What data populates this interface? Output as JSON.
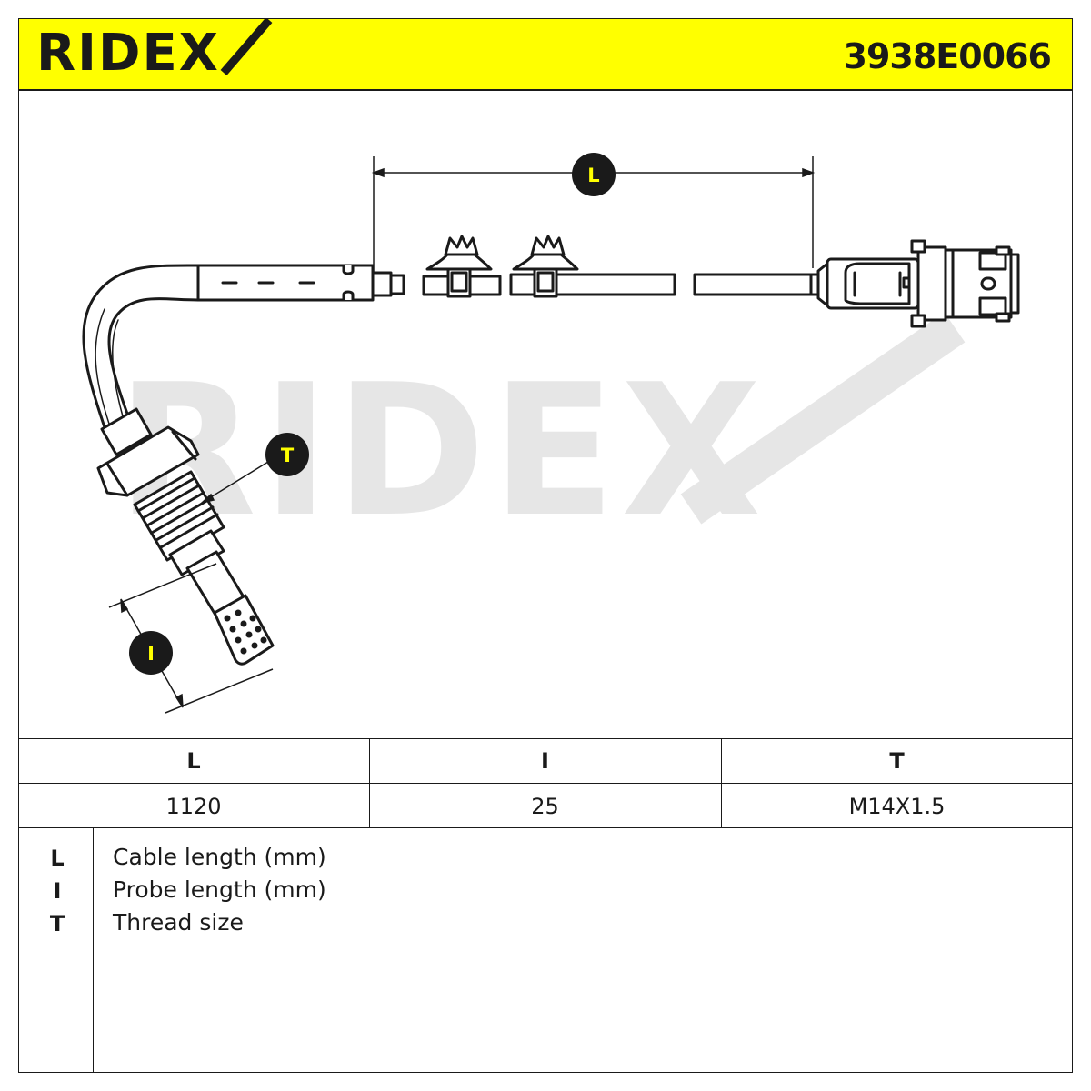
{
  "header": {
    "brand": "RIDEX",
    "part_number": "3938E0066",
    "accent_color": "#ffff00"
  },
  "watermark": {
    "text": "RIDEX",
    "color": "#e6e6e6"
  },
  "drawing": {
    "callouts": {
      "L": "L",
      "T": "T",
      "I": "I"
    }
  },
  "spec_table": {
    "headers": [
      "L",
      "I",
      "T"
    ],
    "values": [
      "1120",
      "25",
      "M14X1.5"
    ]
  },
  "legend": [
    {
      "key": "L",
      "desc": "Cable length (mm)"
    },
    {
      "key": "I",
      "desc": "Probe length (mm)"
    },
    {
      "key": "T",
      "desc": "Thread size"
    }
  ]
}
